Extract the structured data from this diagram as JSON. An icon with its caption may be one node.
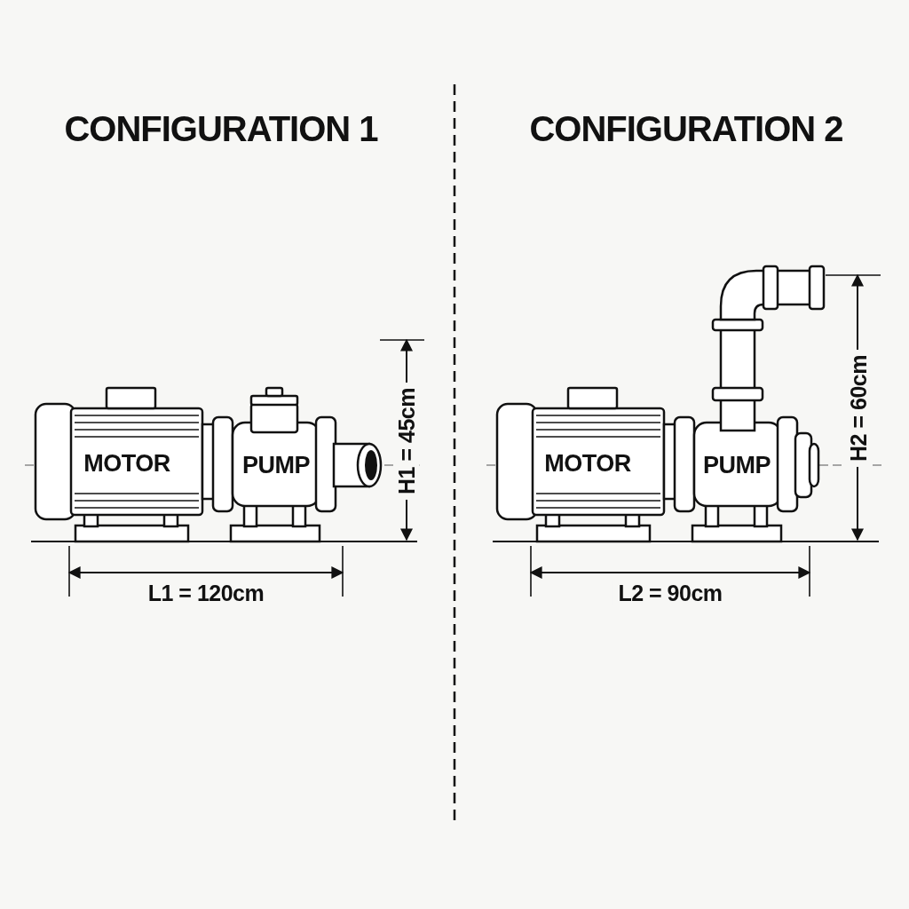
{
  "diagram": {
    "labels": [
      "CONFIGURATION 1",
      "CONFIGURATION 2",
      "MOTOR",
      "PUMP",
      "H1 = 45cm",
      "L1 = 120cm",
      "MOTOR",
      "PUMP",
      "H2 = 60cm",
      "L2 = 90cm"
    ]
  }
}
